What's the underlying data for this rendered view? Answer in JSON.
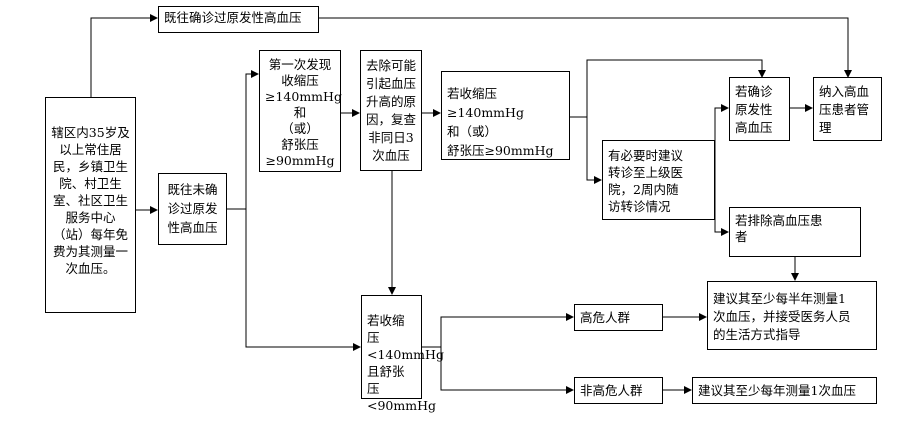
{
  "diagram": {
    "residents": "辖区内35岁及\n以上常住居\n民，乡镇卫生\n院、村卫生\n室、社区卫生\n服务中心\n（站）每年免\n费为其测量一\n次血压。",
    "prev_diagnosed": "既往确诊过原发性高血压",
    "not_diagnosed": "既往未确\n诊过原发\n性高血压",
    "first_found": "第一次发现\n收缩压\n≥140mmHg和\n（或）\n舒张压\n≥90mmHg",
    "recheck": "去除可能\n引起血压\n升高的原\n因，复查\n非同日3\n次血压",
    "if_high": "若收缩压≥140mmHg\n和（或）\n舒张压≥90mmHg",
    "referral": "有必要时建议\n转诊至上级医\n院，2周内随\n访转诊情况",
    "if_confirmed": "若确诊\n原发性\n高血压",
    "manage": "纳入高血\n压患者管\n理",
    "if_excluded": "若排除高血压患\n者",
    "if_normal": "若收缩压\n<140mmHg\n且舒张压\n<90mmHg",
    "high_risk": "高危人群",
    "non_high_risk": "非高危人群",
    "half_year": "建议其至少每半年测量1\n次血压，并接受医务人员\n的生活方式指导",
    "yearly": "建议其至少每年测量1次血压"
  }
}
